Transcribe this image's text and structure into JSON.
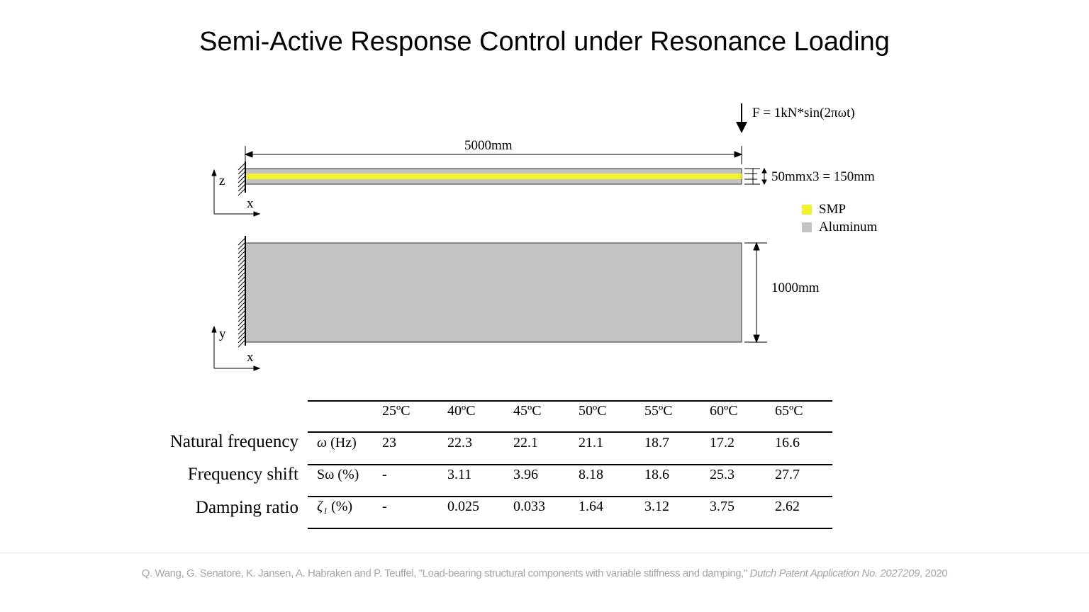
{
  "title": "Semi-Active Response Control under Resonance Loading",
  "diagram": {
    "force_label": "F = 1kN*sin(2πωt)",
    "length_label": "5000mm",
    "thickness_label": "50mmx3 = 150mm",
    "width_label": "1000mm",
    "axis_side": {
      "vertical": "z",
      "horizontal": "x"
    },
    "axis_plan": {
      "vertical": "y",
      "horizontal": "x"
    },
    "legend": [
      {
        "label": "SMP",
        "color": "#f2f230"
      },
      {
        "label": "Aluminum",
        "color": "#c3c3c3"
      }
    ],
    "colors": {
      "smp": "#f2f230",
      "aluminum": "#c3c3c3"
    }
  },
  "table": {
    "columns": [
      "25ºC",
      "40ºC",
      "45ºC",
      "50ºC",
      "55ºC",
      "60ºC",
      "65ºC"
    ],
    "rows": [
      {
        "name": "Natural frequency",
        "symbol": "ω",
        "unit": " (Hz)",
        "values": [
          "23",
          "22.3",
          "22.1",
          "21.1",
          "18.7",
          "17.2",
          "16.6"
        ]
      },
      {
        "name": "Frequency shift",
        "symbol": "Sω",
        "unit": " (%)",
        "values": [
          "-",
          "3.11",
          "3.96",
          "8.18",
          "18.6",
          "25.3",
          "27.7"
        ]
      },
      {
        "name": "Damping ratio",
        "symbol": "ζ₁",
        "unit": " (%)",
        "values": [
          "-",
          "0.025",
          "0.033",
          "1.64",
          "3.12",
          "3.75",
          "2.62"
        ]
      }
    ]
  },
  "footer": {
    "citation": "Q. Wang, G. Senatore, K. Jansen, A. Habraken and P. Teuffel, \"Load-bearing structural components with variable stiffness and damping,\"",
    "source": "Dutch Patent Application No. 2027209",
    "year": ", 2020"
  }
}
